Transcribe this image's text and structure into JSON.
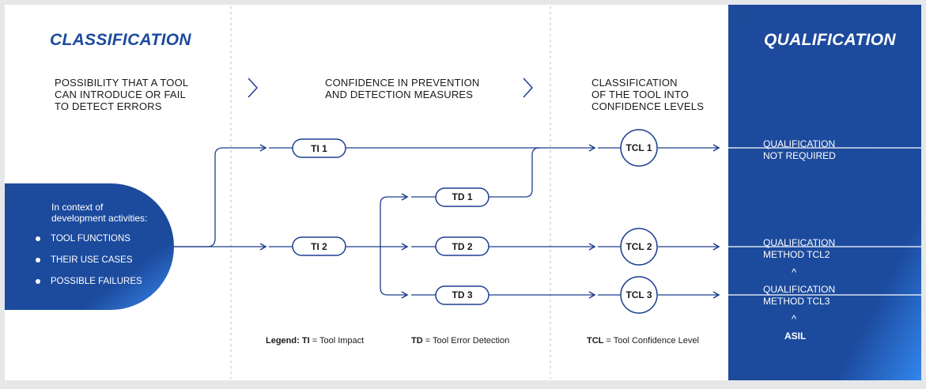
{
  "headings": {
    "classification": "CLASSIFICATION",
    "qualification": "QUALIFICATION",
    "col1": "POSSIBILITY THAT A TOOL\nCAN INTRODUCE OR FAIL\nTO DETECT ERRORS",
    "col2": "CONFIDENCE IN PREVENTION\nAND DETECTION MEASURES",
    "col3": "CLASSIFICATION\nOF THE TOOL INTO\nCONFIDENCE LEVELS"
  },
  "context": {
    "intro": "In context of\ndevelopment activities:",
    "items": [
      "TOOL FUNCTIONS",
      "THEIR USE CASES",
      "POSSIBLE FAILURES"
    ]
  },
  "nodes": {
    "ti1": "TI 1",
    "ti2": "TI 2",
    "td1": "TD 1",
    "td2": "TD 2",
    "td3": "TD 3",
    "tcl1": "TCL 1",
    "tcl2": "TCL 2",
    "tcl3": "TCL 3"
  },
  "qualification": {
    "q1": "QUALIFICATION\nNOT REQUIRED",
    "q2": "QUALIFICATION\nMETHOD TCL2",
    "q3": "QUALIFICATION\nMETHOD TCL3",
    "caret1": "^",
    "caret2": "^",
    "asil": "ASIL"
  },
  "legend": {
    "prefix": "Legend:",
    "ti_abbr": "TI",
    "ti_text": "= Tool Impact",
    "td_abbr": "TD",
    "td_text": "= Tool Error Detection",
    "tcl_abbr": "TCL",
    "tcl_text": "= Tool Confidence Level"
  },
  "colors": {
    "brand_blue": "#1c4a9c",
    "panel_blue": "#1d4b9d",
    "accent_light_blue": "#2f7fe0",
    "line_blue": "#1d3f8f",
    "page_bg": "#ffffff",
    "frame_bg": "#e6e7e9"
  }
}
